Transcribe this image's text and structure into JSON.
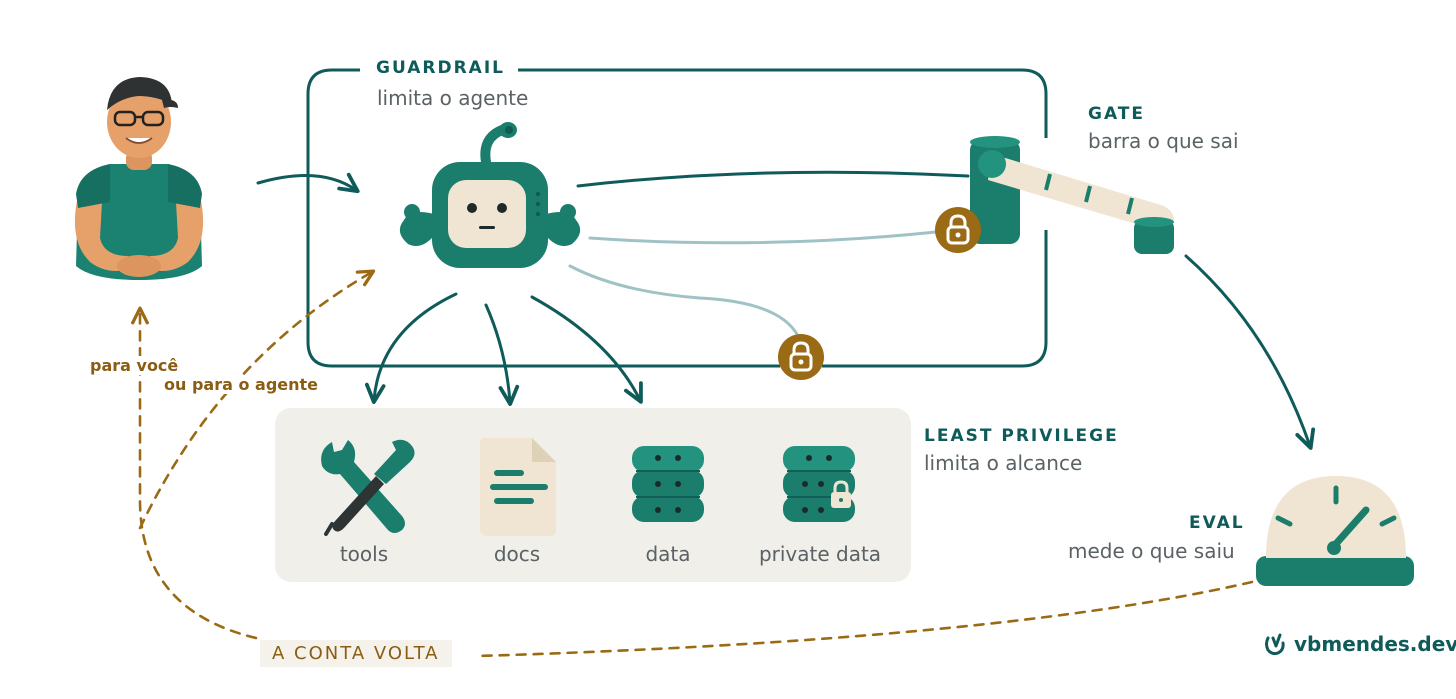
{
  "guardrail": {
    "title": "GUARDRAIL",
    "subtitle": "limita o agente"
  },
  "gate": {
    "title": "GATE",
    "subtitle": "barra o que sai"
  },
  "least_privilege": {
    "title": "LEAST PRIVILEGE",
    "subtitle": "limita o alcance"
  },
  "eval": {
    "title": "EVAL",
    "subtitle": "mede o que saiu"
  },
  "feedback": {
    "to_you": "para você",
    "to_agent": "ou para o agente",
    "return_label": "A CONTA VOLTA"
  },
  "resources": [
    {
      "label": "tools",
      "icon": "wrench-screwdriver-icon"
    },
    {
      "label": "docs",
      "icon": "document-icon"
    },
    {
      "label": "data",
      "icon": "database-icon"
    },
    {
      "label": "private data",
      "icon": "database-lock-icon"
    }
  ],
  "brand": {
    "name": "vbmendes.dev",
    "icon": "vbmendes-logo-icon"
  },
  "colors": {
    "teal": "#0e5b5a",
    "green": "#1b7d6b",
    "light_teal": "#9fc3c5",
    "gold": "#9a6a15",
    "cream": "#efe5d2",
    "panel": "#f1efea"
  }
}
